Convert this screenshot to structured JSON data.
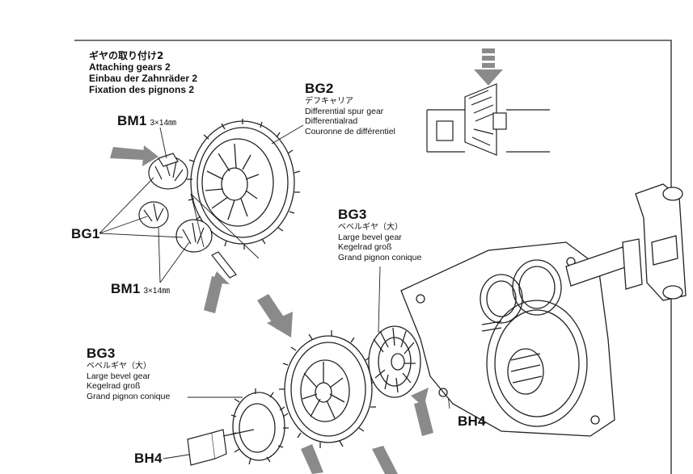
{
  "step": {
    "title_jp": "ギヤの取り付け2",
    "title_en": "Attaching gears 2",
    "title_de": "Einbau der Zahnräder 2",
    "title_fr": "Fixation des pignons 2"
  },
  "parts": {
    "bg2": {
      "code": "BG2",
      "name_jp": "デフキャリア",
      "name_en": "Differential spur gear",
      "name_de": "Differentialrad",
      "name_fr": "Couronne de différentiel"
    },
    "bm1_top": {
      "code": "BM1",
      "size": "3×14㎜"
    },
    "bg1": {
      "code": "BG1"
    },
    "bm1_bottom": {
      "code": "BM1",
      "size": "3×14㎜"
    },
    "bg3_right": {
      "code": "BG3",
      "name_jp": "ベベルギヤ（大）",
      "name_en": "Large bevel gear",
      "name_de": "Kegelrad groß",
      "name_fr": "Grand pignon conique"
    },
    "bg3_left": {
      "code": "BG3",
      "name_jp": "ベベルギヤ（大）",
      "name_en": "Large bevel gear",
      "name_de": "Kegelrad groß",
      "name_fr": "Grand pignon conique"
    },
    "bh4_right": {
      "code": "BH4"
    },
    "bh4_bottom": {
      "code": "BH4"
    }
  },
  "colors": {
    "line": "#222222",
    "arrow": "#8a8a8a",
    "bg": "#ffffff"
  }
}
